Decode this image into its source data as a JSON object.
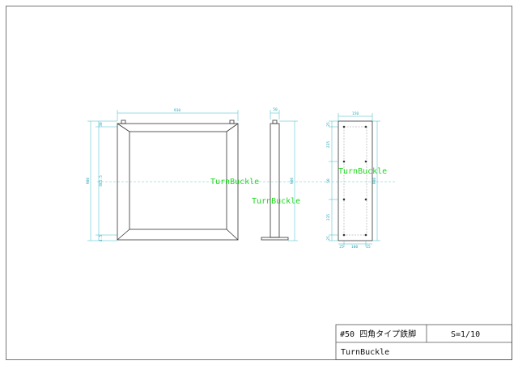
{
  "drawing": {
    "front_view": {
      "width_dim": "930",
      "overall_height_dim": "900",
      "inner_height_dim": "865.5",
      "top_offset_dim": "30",
      "bottom_offset_dim": "4.5"
    },
    "side_view": {
      "width_dim": "50",
      "height_dim": "900"
    },
    "plate_view": {
      "width_dim": "150",
      "height_dim": "900",
      "v_dims": [
        "25",
        "235",
        "50",
        "235",
        "25"
      ],
      "h_dims": [
        "25",
        "100",
        "25"
      ]
    },
    "watermarks": [
      "TurnBuckle",
      "TurnBuckle",
      "TurnBuckle"
    ]
  },
  "title_block": {
    "title": "#50 四角タイプ鉄脚",
    "scale": "S=1/10",
    "maker": "TurnBuckle"
  },
  "colors": {
    "dimension": "#39b8c8",
    "watermark": "#1fd61f",
    "outline": "#333333"
  }
}
